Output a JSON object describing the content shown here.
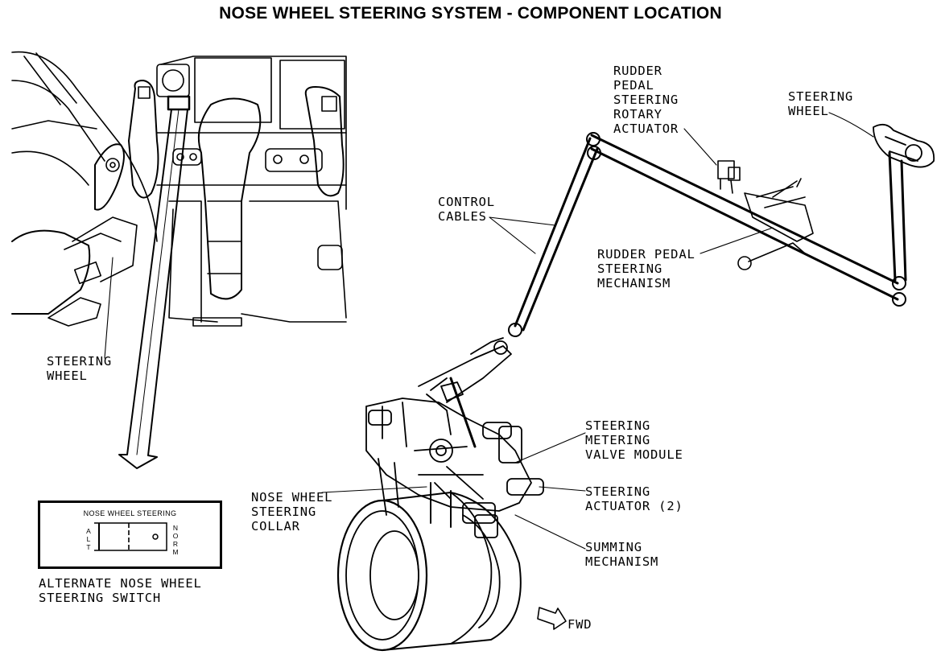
{
  "title": "NOSE WHEEL STEERING SYSTEM - COMPONENT LOCATION",
  "labels": {
    "steering_wheel_left": "STEERING\nWHEEL",
    "rudder_pedal_rotary_actuator": "RUDDER\nPEDAL\nSTEERING\nROTARY\nACTUATOR",
    "steering_wheel_right": "STEERING\nWHEEL",
    "control_cables": "CONTROL\nCABLES",
    "rudder_pedal_mechanism": "RUDDER PEDAL\nSTEERING\nMECHANISM",
    "metering_valve": "STEERING\nMETERING\nVALVE MODULE",
    "steering_actuator": "STEERING\nACTUATOR (2)",
    "summing_mechanism": "SUMMING\nMECHANISM",
    "nose_wheel_collar": "NOSE WHEEL\nSTEERING\nCOLLAR",
    "alternate_switch": "ALTERNATE NOSE WHEEL\nSTEERING SWITCH",
    "fwd": "FWD"
  },
  "switch_panel": {
    "title": "NOSE WHEEL STEERING",
    "left_vertical": "ALT",
    "right_vertical": "NORM"
  }
}
